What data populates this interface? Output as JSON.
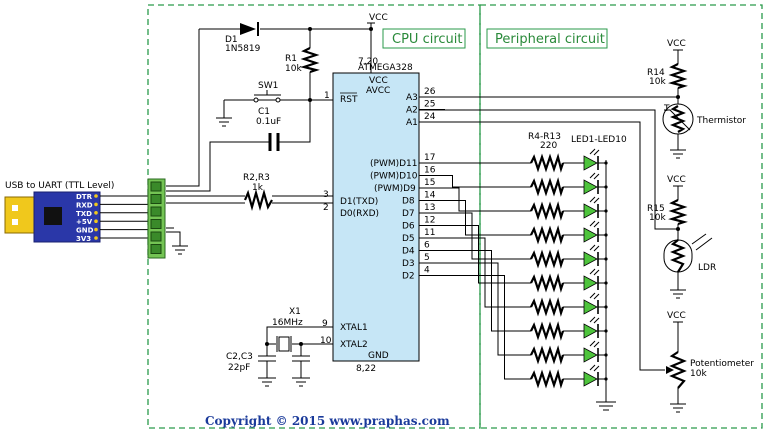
{
  "sections": {
    "cpu": "CPU circuit",
    "peripheral": "Peripheral circuit"
  },
  "copyright": "Copyright © 2015 www.praphas.com",
  "mcu": {
    "name": "ATMEGA328",
    "power_pins": "7,20",
    "gnd_pins": "8,22",
    "vcc": "VCC",
    "avcc": "AVCC",
    "gnd": "GND",
    "rst": "RST",
    "rst_pin": "1",
    "txd": "D1(TXD)",
    "rxd": "D0(RXD)",
    "txd_pin": "3",
    "rxd_pin": "2",
    "xtal1": "XTAL1",
    "xtal2": "XTAL2",
    "xtal1_pin": "9",
    "xtal2_pin": "10",
    "analog": [
      {
        "name": "A3",
        "pin": "26"
      },
      {
        "name": "A2",
        "pin": "25"
      },
      {
        "name": "A1",
        "pin": "24"
      }
    ],
    "digital": [
      {
        "name": "(PWM)D11",
        "pin": "17"
      },
      {
        "name": "(PWM)D10",
        "pin": "16"
      },
      {
        "name": "(PWM)D9",
        "pin": "15"
      },
      {
        "name": "D8",
        "pin": "14"
      },
      {
        "name": "D7",
        "pin": "13"
      },
      {
        "name": "D6",
        "pin": "12"
      },
      {
        "name": "D5",
        "pin": "11"
      },
      {
        "name": "D4",
        "pin": "6"
      },
      {
        "name": "D3",
        "pin": "5"
      },
      {
        "name": "D2",
        "pin": "4"
      }
    ]
  },
  "vcc": "VCC",
  "d1": {
    "ref": "D1",
    "part": "1N5819"
  },
  "r1": {
    "ref": "R1",
    "value": "10k"
  },
  "sw1": "SW1",
  "c1": {
    "ref": "C1",
    "value": "0.1uF"
  },
  "r23": {
    "ref": "R2,R3",
    "value": "1k"
  },
  "x1": {
    "ref": "X1",
    "value": "16MHz"
  },
  "c23": {
    "ref": "C2,C3",
    "value": "22pF"
  },
  "r413": {
    "ref": "R4-R13",
    "value": "220"
  },
  "leds": "LED1-LED10",
  "r14": {
    "ref": "R14",
    "value": "10k"
  },
  "r15": {
    "ref": "R15",
    "value": "10k"
  },
  "thermistor": "Thermistor",
  "ldr": "LDR",
  "pot": {
    "name": "Potentiometer",
    "value": "10k"
  },
  "usb": {
    "title": "USB to UART (TTL Level)",
    "pins": [
      "DTR",
      "RXD",
      "TXD",
      "+5V",
      "GND",
      "3V3"
    ]
  },
  "colors": {
    "section_border": "#2a9a4a",
    "mcu_fill": "#c6e6f6",
    "led_green": "#4ec43c",
    "usb_blue": "#2a37a8",
    "usb_plug": "#f0c81c",
    "connector": "#74c454",
    "copyright": "#1a3a9a"
  }
}
